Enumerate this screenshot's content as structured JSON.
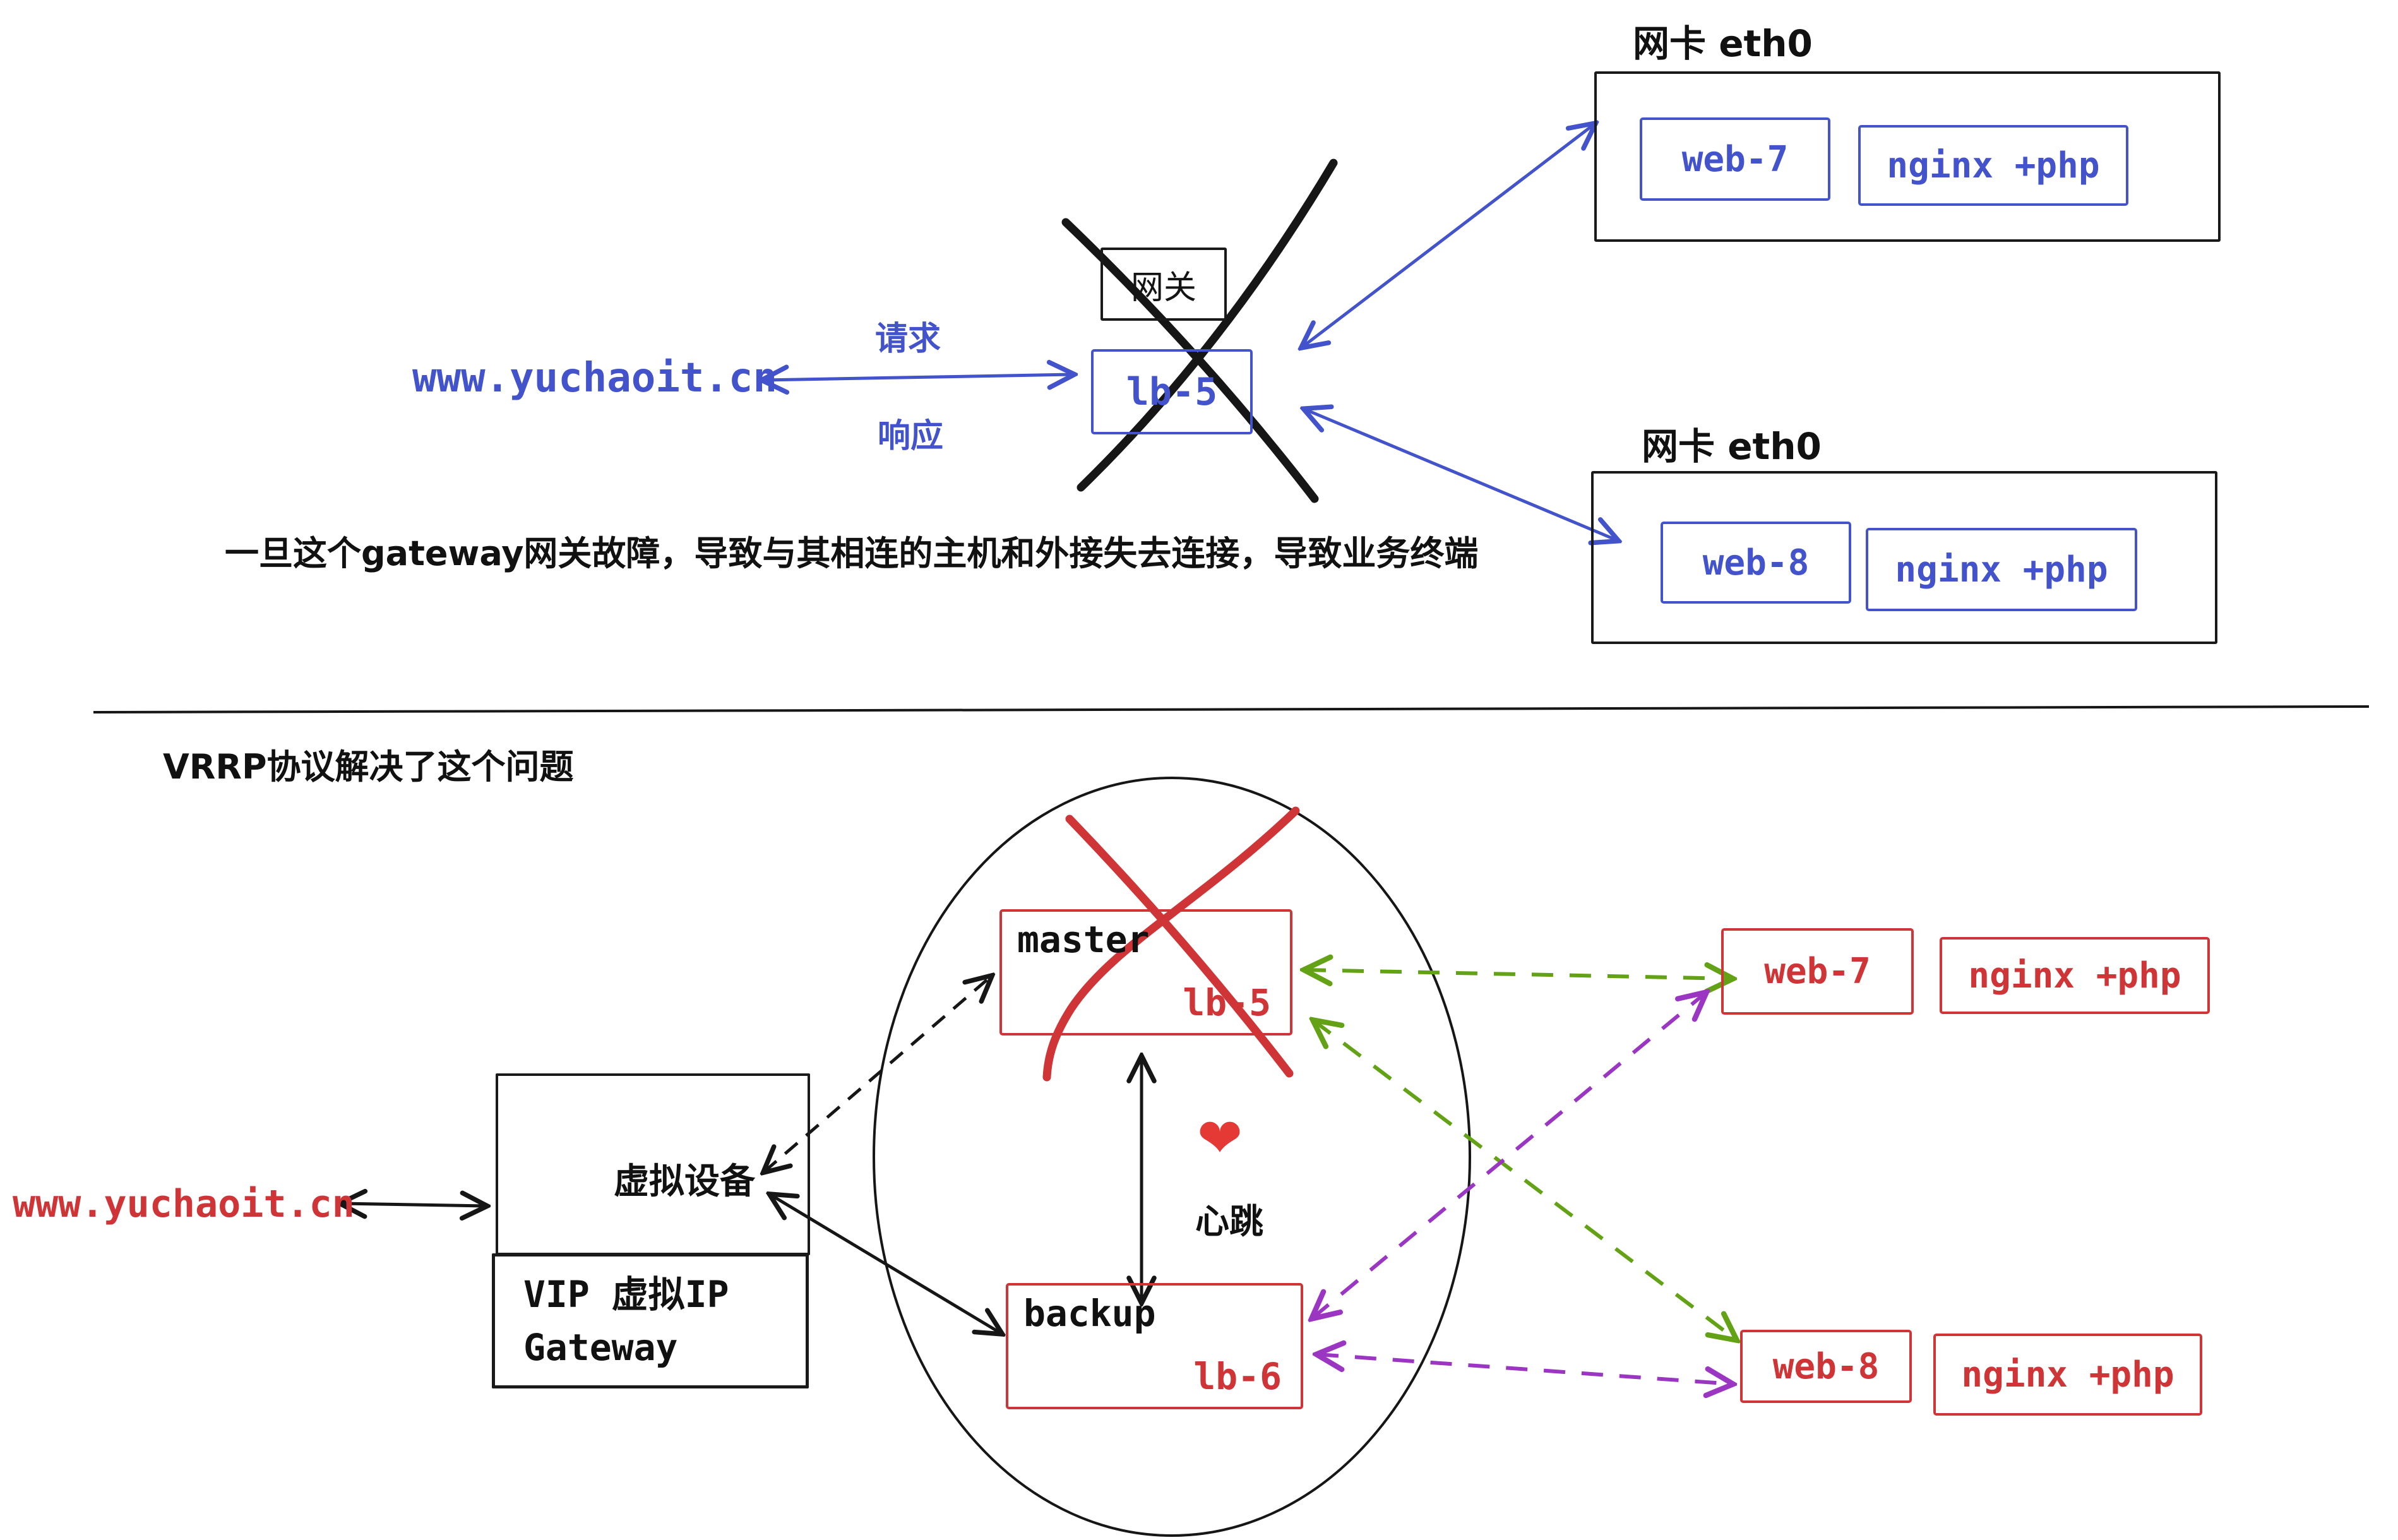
{
  "palette": {
    "blue": "#4253cb",
    "red": "#cf3437",
    "green": "#63a215",
    "purple": "#9b36c2",
    "ink": "#141414"
  },
  "top": {
    "nic1_label": "网卡 eth0",
    "nic2_label": "网卡 eth0",
    "host1": {
      "name": "web-7",
      "stack": "nginx +php"
    },
    "host2": {
      "name": "web-8",
      "stack": "nginx +php"
    },
    "gateway_label": "网关",
    "lb_label": "lb-5",
    "client_domain": "www.yuchaoit.cn",
    "request_label": "请求",
    "response_label": "响应",
    "failure_note": "一旦这个gateway网关故障，导致与其相连的主机和外接失去连接，导致业务终端"
  },
  "bottom": {
    "title": "VRRP协议解决了这个问题",
    "client_domain": "www.yuchaoit.cn",
    "virtual_device_label": "虚拟设备",
    "vip_label_line1": "VIP 虚拟IP",
    "vip_label_line2": "Gateway",
    "master": {
      "role": "master",
      "name": "lb-5"
    },
    "backup": {
      "role": "backup",
      "name": "lb-6"
    },
    "heart_icon": "❤",
    "heartbeat_label": "心跳",
    "web7": {
      "name": "web-7",
      "stack": "nginx +php"
    },
    "web8": {
      "name": "web-8",
      "stack": "nginx +php"
    }
  }
}
